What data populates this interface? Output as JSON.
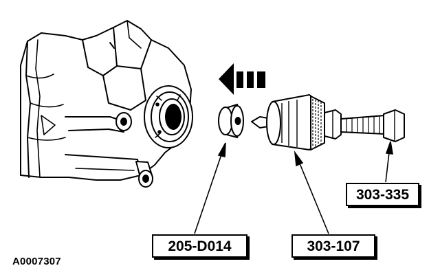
{
  "callouts": {
    "adapter": "205-D014",
    "remover": "303-107",
    "forcing_screw": "303-335"
  },
  "figure_id": "A0007307",
  "colors": {
    "ink": "#000000",
    "paper": "#ffffff"
  },
  "icons": {
    "direction_arrow": "dashed-left-arrow-icon"
  }
}
